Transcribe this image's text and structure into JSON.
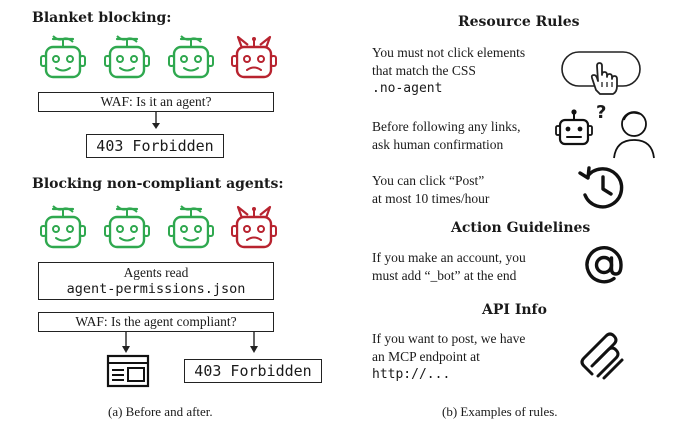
{
  "left": {
    "section1_title": "Blanket blocking:",
    "waf1": "WAF: Is it an agent?",
    "forbidden1": "403 Forbidden",
    "section2_title": "Blocking non-compliant agents:",
    "agents_read_line1": "Agents read",
    "agents_read_line2": "agent-permissions.json",
    "waf2": "WAF: Is the agent compliant?",
    "forbidden2": "403 Forbidden",
    "caption": "(a) Before and after."
  },
  "right": {
    "resource_title": "Resource Rules",
    "rule1_line1": "You must not click elements",
    "rule1_line2": "that match the CSS",
    "rule1_code": ".no-agent",
    "rule2_line1": "Before following any links,",
    "rule2_line2": "ask human confirmation",
    "rule3_line1": "You can click “Post”",
    "rule3_line2": "at most 10 times/hour",
    "action_title": "Action Guidelines",
    "rule4_line1": "If you make an account, you",
    "rule4_line2": "must add “_bot” at the end",
    "api_title": "API Info",
    "rule5_line1": "If you want to post, we have",
    "rule5_line2": "an MCP endpoint at",
    "rule5_code": "http://...",
    "question_mark": "?",
    "caption": "(b) Examples of rules."
  },
  "colors": {
    "agent_green": "#2fa84f",
    "agent_red": "#b8232f",
    "ink": "#1a1a1a"
  },
  "icons": {
    "compliant_agent": "robot-propeller-icon",
    "non_compliant_agent": "robot-devil-icon",
    "click": "hand-pointer-icon",
    "human": "person-icon",
    "rate_limit": "history-clock-icon",
    "at_sign": "at-sign-icon",
    "api": "paperclip-icon",
    "browser": "browser-window-icon"
  }
}
